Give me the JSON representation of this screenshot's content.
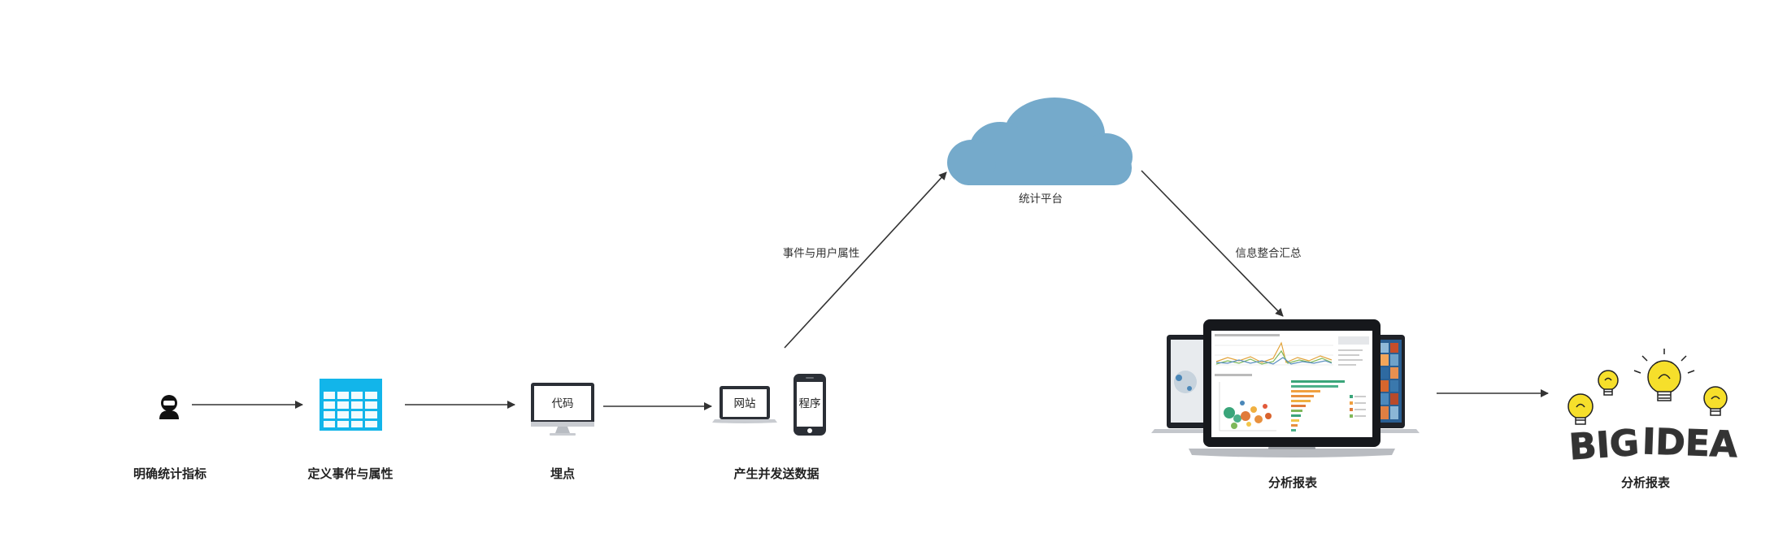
{
  "nodes": {
    "define_metrics": "明确统计指标",
    "define_events": "定义事件与属性",
    "tracking": "埋点",
    "generate_data": "产生并发送数据",
    "platform": "统计平台",
    "report": "分析报表",
    "big_idea_report": "分析报表"
  },
  "devices": {
    "code": "代码",
    "website": "网站",
    "app": "程序"
  },
  "edges": {
    "events_user_props": "事件与用户属性",
    "integrate": "信息整合汇总"
  },
  "big_idea": {
    "word1": "BIG",
    "word2": "IDEA"
  },
  "colors": {
    "arrow": "#333333",
    "cloud": "#75aacb",
    "table": "#12b5ea",
    "bulb": "#f6df2b"
  },
  "icons": {
    "person": "person-icon",
    "table": "table-icon",
    "monitor": "monitor-icon",
    "laptop": "laptop-icon",
    "phone": "phone-icon",
    "cloud": "cloud-icon",
    "dashboard": "dashboard-laptop-icon",
    "bulbs": "lightbulb-icon"
  }
}
